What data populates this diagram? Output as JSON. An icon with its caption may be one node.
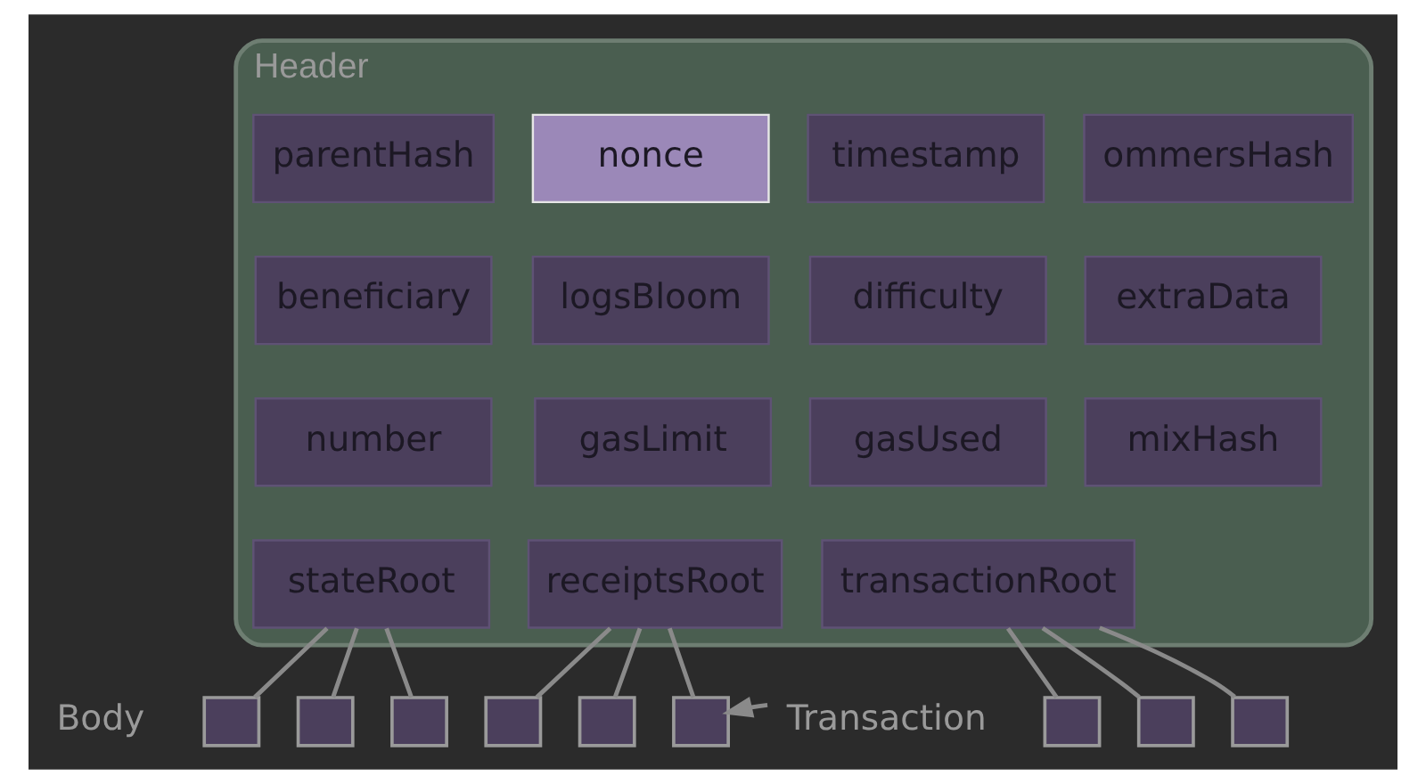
{
  "diagram": {
    "nodes": [
      {
        "text": [
          "Header"
        ]
      },
      {
        "text": [
          "parentHash"
        ],
        "in": 0
      },
      {
        "text": [
          "nonce"
        ],
        "in": 0
      },
      {
        "text": [
          "timestamp"
        ],
        "in": 0
      },
      {
        "text": [
          "ommersHash"
        ],
        "in": 0
      },
      {
        "text": [
          "beneficiary"
        ],
        "in": 0
      },
      {
        "text": [
          "logsBloom"
        ],
        "in": 0
      },
      {
        "text": [
          "difficulty"
        ],
        "in": 0
      },
      {
        "text": [
          "extraData"
        ],
        "in": 0
      },
      {
        "text": [
          "number"
        ],
        "in": 0
      },
      {
        "text": [
          "gasLimit"
        ],
        "in": 0
      },
      {
        "text": [
          "gasUsed"
        ],
        "in": 0
      },
      {
        "text": [
          "mixHash"
        ],
        "in": 0
      },
      {
        "text": [
          "stateRoot"
        ],
        "in": 0
      },
      {
        "text": [
          "receiptsRoot"
        ],
        "in": 0
      },
      {
        "text": [
          "transactionRoot"
        ],
        "in": 0
      },
      {
        "text": [],
        "shape": "box"
      },
      {
        "text": [],
        "shape": "box"
      },
      {
        "text": [],
        "shape": "box"
      },
      {
        "text": [],
        "shape": "box"
      },
      {
        "text": [],
        "shape": "box"
      },
      {
        "text": [],
        "shape": "box"
      },
      {
        "text": [],
        "shape": "box"
      },
      {
        "text": [],
        "shape": "box"
      },
      {
        "text": [],
        "shape": "box"
      },
      {
        "text": [
          "Transaction"
        ]
      }
    ],
    "edges": [
      {
        "from": 13,
        "to": 16,
        "arrow": "none"
      },
      {
        "from": 13,
        "to": 17,
        "arrow": "none"
      },
      {
        "from": 13,
        "to": 18,
        "arrow": "none"
      },
      {
        "from": 14,
        "to": 19,
        "arrow": "none"
      },
      {
        "from": 14,
        "to": 20,
        "arrow": "none"
      },
      {
        "from": 14,
        "to": 21,
        "arrow": "none"
      },
      {
        "from": 15,
        "to": 22,
        "arrow": "none"
      },
      {
        "from": 15,
        "to": 23,
        "arrow": "none"
      },
      {
        "from": 15,
        "to": 24,
        "arrow": "none"
      },
      {
        "from": 25,
        "to": 21,
        "arrow": "to"
      }
    ],
    "labels": [
      "Body"
    ]
  }
}
